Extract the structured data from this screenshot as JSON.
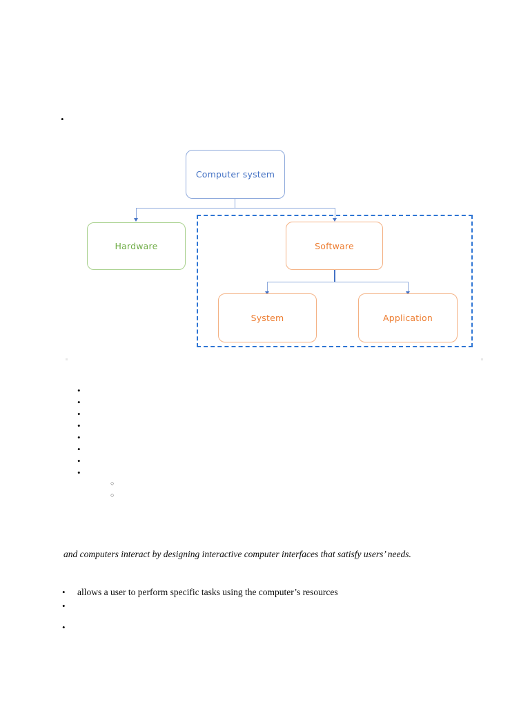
{
  "document": {
    "title": "Computer system hierarchy notes",
    "background_color": "#ffffff"
  },
  "diagram": {
    "name": "computer-system-hierarchy",
    "type": "org-chart",
    "nodes": [
      {
        "id": "computer-system",
        "label": "Computer system",
        "color": "#4472c4",
        "border_color": "#8faadc"
      },
      {
        "id": "hardware",
        "label": "Hardware",
        "color": "#70ad47",
        "border_color": "#a9d18e"
      },
      {
        "id": "software",
        "label": "Software",
        "color": "#ed7d31",
        "border_color": "#f4b183"
      },
      {
        "id": "system",
        "label": "System",
        "color": "#ed7d31",
        "border_color": "#f4b183"
      },
      {
        "id": "application",
        "label": "Application",
        "color": "#ed7d31",
        "border_color": "#f4b183"
      }
    ],
    "group_highlight": {
      "label": "",
      "style": "dashed",
      "color": "#2e75d4"
    },
    "connector_color": "#8faadc",
    "arrow_color": "#4472c4"
  },
  "bullets": {
    "top": [
      {
        "marker": "•",
        "text": ""
      }
    ],
    "middle": [
      {
        "marker": "•",
        "text": ""
      },
      {
        "marker": "•",
        "text": ""
      },
      {
        "marker": "•",
        "text": ""
      },
      {
        "marker": "•",
        "text": ""
      },
      {
        "marker": "•",
        "text": ""
      },
      {
        "marker": "•",
        "text": ""
      },
      {
        "marker": "•",
        "text": ""
      },
      {
        "marker": "•",
        "text": ""
      }
    ],
    "sub": [
      {
        "marker": "○",
        "text": ""
      },
      {
        "marker": "○",
        "text": ""
      }
    ],
    "bottom": [
      {
        "marker": "•",
        "text": "allows a user to perform specific tasks using the computer’s resources"
      },
      {
        "marker": "•",
        "text": ""
      },
      {
        "marker": "•",
        "text": ""
      }
    ]
  },
  "paragraphs": [
    {
      "id": "hci-definition",
      "text": "and computers interact by designing interactive computer interfaces that satisfy users’ needs.",
      "style": "italic"
    }
  ]
}
